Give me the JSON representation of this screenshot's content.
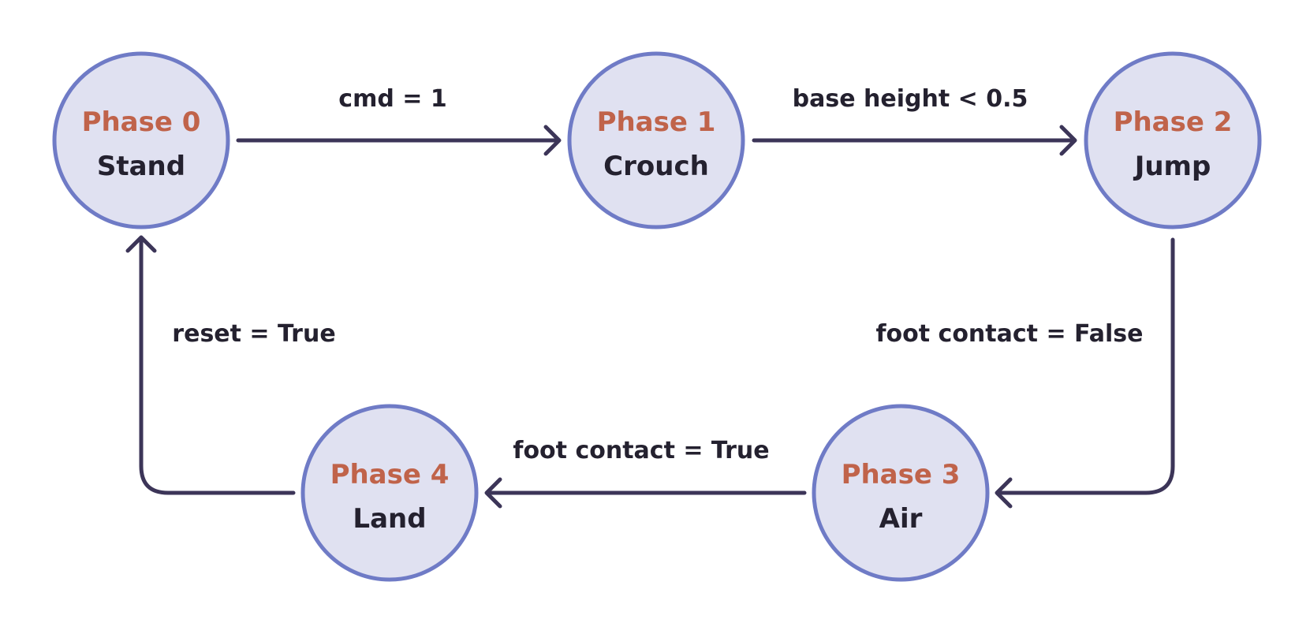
{
  "nodes": [
    {
      "phase": "Phase 0",
      "state": "Stand"
    },
    {
      "phase": "Phase 1",
      "state": "Crouch"
    },
    {
      "phase": "Phase 2",
      "state": "Jump"
    },
    {
      "phase": "Phase 3",
      "state": "Air"
    },
    {
      "phase": "Phase 4",
      "state": "Land"
    }
  ],
  "edges": [
    {
      "from": "Phase 0",
      "to": "Phase 1",
      "label": "cmd = 1"
    },
    {
      "from": "Phase 1",
      "to": "Phase 2",
      "label": "base height < 0.5"
    },
    {
      "from": "Phase 2",
      "to": "Phase 3",
      "label": "foot contact = False"
    },
    {
      "from": "Phase 3",
      "to": "Phase 4",
      "label": "foot contact = True"
    },
    {
      "from": "Phase 4",
      "to": "Phase 0",
      "label": "reset = True"
    }
  ],
  "colors": {
    "node_fill": "#e0e1f1",
    "node_stroke": "#6f7bc6",
    "phase_text": "#c0634a",
    "state_text": "#24212f",
    "edge": "#3c3558"
  }
}
